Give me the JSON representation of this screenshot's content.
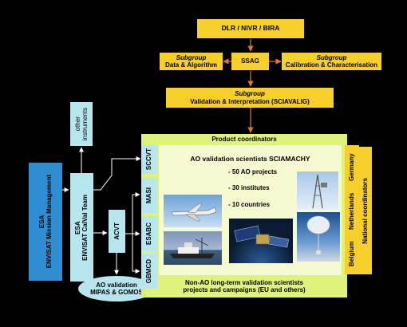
{
  "top": {
    "agencies": "DLR / NIVR / BIRA",
    "ssag": "SSAG"
  },
  "subgroups": {
    "data_algorithm": {
      "title": "Subgroup",
      "label": "Data & Algorithm"
    },
    "calibration": {
      "title": "Subgroup",
      "label": "Calibration & Characterisation"
    },
    "validation": {
      "title": "Subgroup",
      "label": "Validation & Interpretation (SCIAVALIG)"
    }
  },
  "left": {
    "esa_mission": [
      "ESA",
      "ENVISAT Mission Management"
    ],
    "esa_calval": [
      "ESA",
      "ENVISAT CalVal Team"
    ],
    "other_instruments": [
      "other",
      "instruments"
    ],
    "acvt": "ACVT",
    "ao_validation": [
      "AO validation",
      "MIPAS & GOMOS"
    ]
  },
  "teams": {
    "sccvt": "SCCVT",
    "masi": "MASI",
    "esabc": "ESABC",
    "gbmcd": "GBMCD"
  },
  "main": {
    "product_coordinators": "Product coordinators",
    "ao_title": "AO validation scientists SCIAMACHY",
    "bullets": [
      "- 50 AO projects",
      "- 30 institutes",
      "- 10 countries"
    ],
    "non_ao": [
      "Non-AO long-term validation scientists",
      "projects and campaigns (EU and others)"
    ]
  },
  "countries": [
    "Germany",
    "Netherlands",
    "Belgium"
  ],
  "national_coordinators": "National coordinators",
  "colors": {
    "yellow": "#f6cf2a",
    "light_blue": "#b8e6ee",
    "blue": "#2f8ed1",
    "lime": "#dff27a",
    "pale": "#f5fad0"
  }
}
